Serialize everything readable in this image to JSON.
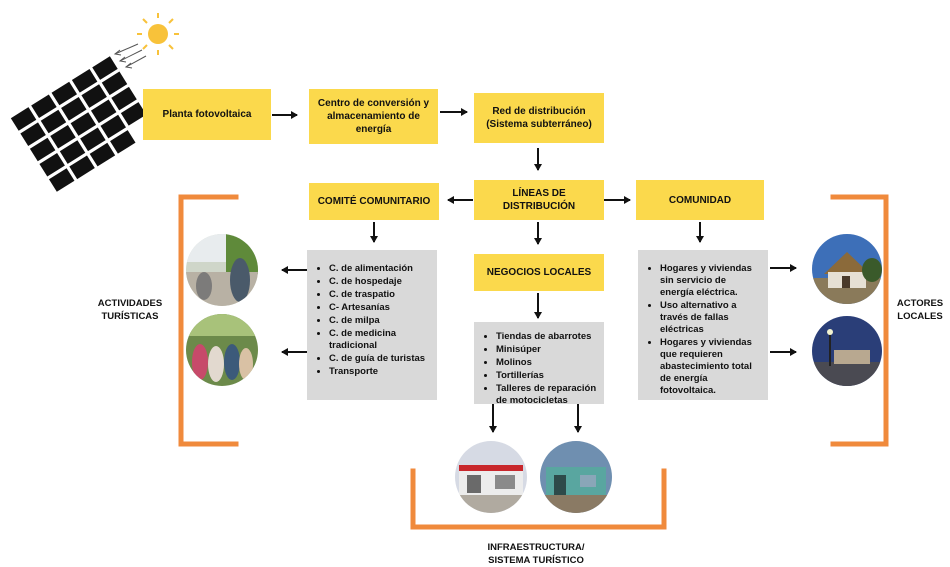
{
  "flow": {
    "planta": "Planta fotovoltaica",
    "centro": "Centro de conversión y almacenamiento de energía",
    "red": "Red de distribución (Sistema subterráneo)",
    "lineas": "LÍNEAS DE DISTRIBUCIÓN",
    "comite": "COMITÉ COMUNITARIO",
    "comunidad": "COMUNIDAD",
    "negocios": "NEGOCIOS LOCALES"
  },
  "comite_items": [
    "C. de alimentación",
    "C. de hospedaje",
    "C. de traspatio",
    "C- Artesanías",
    "C. de milpa",
    "C. de medicina tradicional",
    "C. de guía de turistas",
    "Transporte"
  ],
  "negocios_items": [
    "Tiendas de abarrotes",
    "Minisúper",
    "Molinos",
    "Tortillerías",
    "Talleres de reparación de motocicletas"
  ],
  "comunidad_items": [
    "Hogares y viviendas sin servicio de energía eléctrica.",
    "Uso alternativo a través de fallas eléctricas",
    "Hogares y viviendas que requieren abastecimiento total de energía fotovoltaica."
  ],
  "labels": {
    "actividades": "ACTIVIDADES TURÍSTICAS",
    "actores": "ACTORES LOCALES",
    "infraestructura": "INFRAESTRUCTURA/ SISTEMA TURÍSTICO"
  },
  "colors": {
    "box_yellow": "#fbd94c",
    "box_gray": "#d9d9d9",
    "bracket_orange": "#f08a3c",
    "arrow": "#111111"
  }
}
